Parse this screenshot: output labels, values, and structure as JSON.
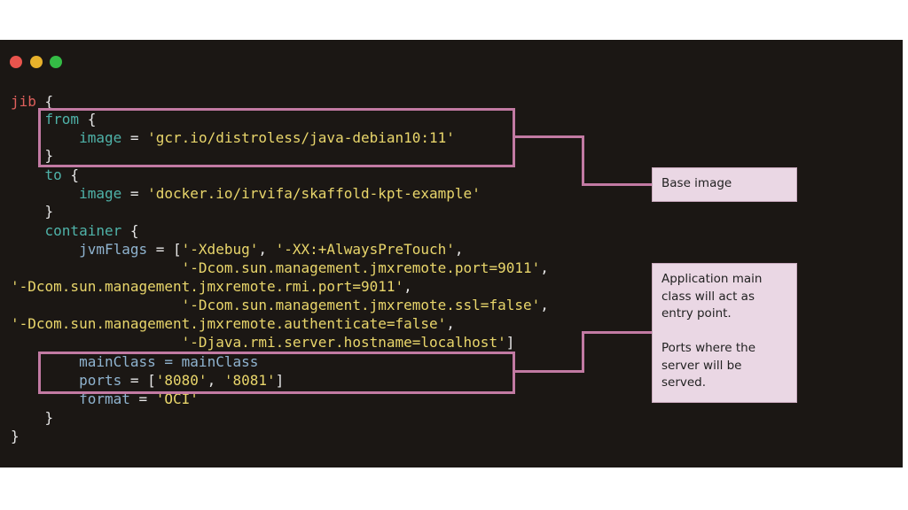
{
  "window": {
    "controls": {
      "close_color": "#e9544d",
      "minimize_color": "#e7b12b",
      "maximize_color": "#34bc45"
    }
  },
  "code": {
    "lines": [
      [
        {
          "t": "jib",
          "c": "kw-red"
        },
        {
          "t": " {",
          "c": "plain"
        }
      ],
      [
        {
          "t": "    from",
          "c": "kw-teal"
        },
        {
          "t": " {",
          "c": "plain"
        }
      ],
      [
        {
          "t": "        image",
          "c": "kw-teal"
        },
        {
          "t": " = ",
          "c": "plain"
        },
        {
          "t": "'gcr.io/distroless/java-debian10:11'",
          "c": "str"
        }
      ],
      [
        {
          "t": "    }",
          "c": "plain"
        }
      ],
      [
        {
          "t": "    to",
          "c": "kw-teal"
        },
        {
          "t": " {",
          "c": "plain"
        }
      ],
      [
        {
          "t": "        image",
          "c": "kw-teal"
        },
        {
          "t": " = ",
          "c": "plain"
        },
        {
          "t": "'docker.io/irvifa/skaffold-kpt-example'",
          "c": "str"
        }
      ],
      [
        {
          "t": "    }",
          "c": "plain"
        }
      ],
      [
        {
          "t": "    container",
          "c": "kw-teal"
        },
        {
          "t": " {",
          "c": "plain"
        }
      ],
      [
        {
          "t": "        jvmFlags",
          "c": "kw-blue"
        },
        {
          "t": " = [",
          "c": "plain"
        },
        {
          "t": "'-Xdebug'",
          "c": "str"
        },
        {
          "t": ", ",
          "c": "plain"
        },
        {
          "t": "'-XX:+AlwaysPreTouch'",
          "c": "str"
        },
        {
          "t": ",",
          "c": "plain"
        }
      ],
      [
        {
          "t": "                    ",
          "c": "plain"
        },
        {
          "t": "'-Dcom.sun.management.jmxremote.port=9011'",
          "c": "str"
        },
        {
          "t": ",",
          "c": "plain"
        }
      ],
      [
        {
          "t": "'-Dcom.sun.management.jmxremote.rmi.port=9011'",
          "c": "str"
        },
        {
          "t": ",",
          "c": "plain"
        }
      ],
      [
        {
          "t": "                    ",
          "c": "plain"
        },
        {
          "t": "'-Dcom.sun.management.jmxremote.ssl=false'",
          "c": "str"
        },
        {
          "t": ",",
          "c": "plain"
        }
      ],
      [
        {
          "t": "'-Dcom.sun.management.jmxremote.authenticate=false'",
          "c": "str"
        },
        {
          "t": ",",
          "c": "plain"
        }
      ],
      [
        {
          "t": "                    ",
          "c": "plain"
        },
        {
          "t": "'-Djava.rmi.server.hostname=localhost'",
          "c": "str"
        },
        {
          "t": "]",
          "c": "plain"
        }
      ],
      [
        {
          "t": "        mainClass",
          "c": "kw-blue"
        },
        {
          "t": " = mainClass",
          "c": "kw-blue"
        }
      ],
      [
        {
          "t": "        ports",
          "c": "kw-blue"
        },
        {
          "t": " = [",
          "c": "plain"
        },
        {
          "t": "'8080'",
          "c": "str"
        },
        {
          "t": ", ",
          "c": "plain"
        },
        {
          "t": "'8081'",
          "c": "str"
        },
        {
          "t": "]",
          "c": "plain"
        }
      ],
      [
        {
          "t": "        format",
          "c": "kw-blue"
        },
        {
          "t": " = ",
          "c": "plain"
        },
        {
          "t": "'OCI'",
          "c": "str"
        }
      ],
      [
        {
          "t": "    }",
          "c": "plain"
        }
      ],
      [
        {
          "t": "}",
          "c": "plain"
        }
      ]
    ]
  },
  "annotations": {
    "base_image": "Base image",
    "main_class": "Application main\nclass will act as\nentry point.\n\nPorts where the\nserver will be\nserved."
  },
  "accent_color": "#c27aa3"
}
